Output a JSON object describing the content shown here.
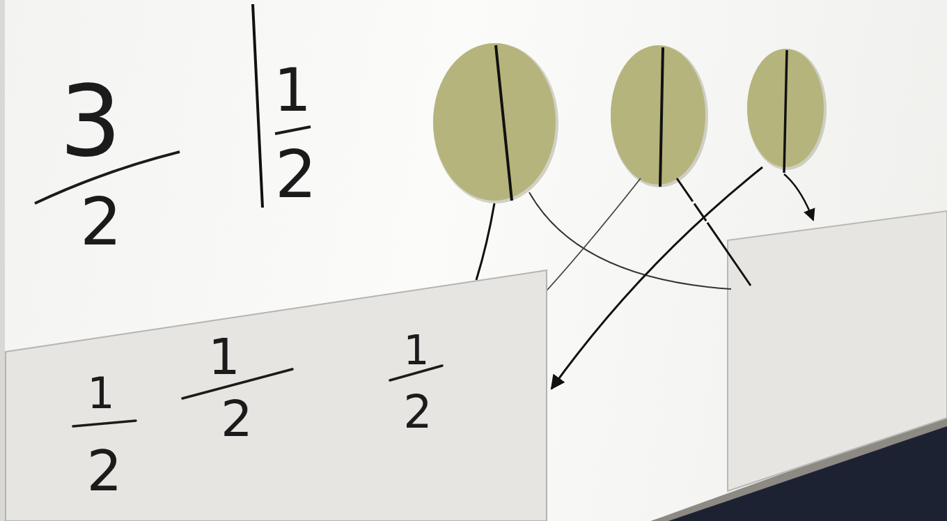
{
  "diagram": {
    "nodes": [
      {
        "text": [
          "1",
          "2",
          "1",
          "2",
          "1",
          "2"
        ]
      }
    ],
    "labels": [
      "3",
      "2",
      "1",
      "2"
    ]
  }
}
